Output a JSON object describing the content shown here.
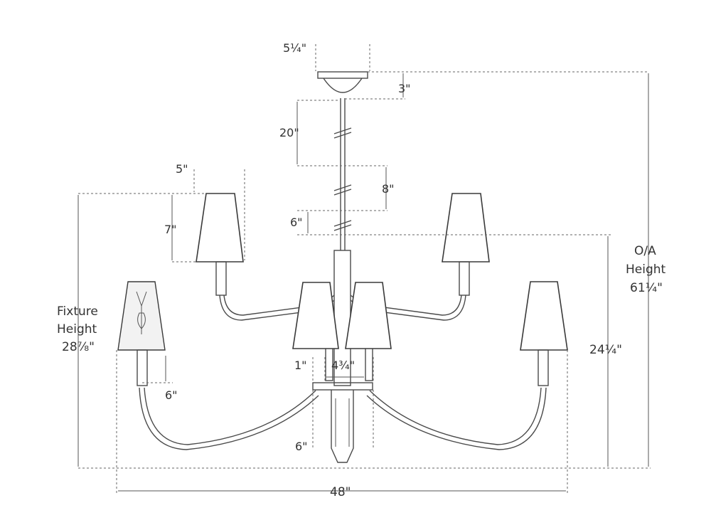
{
  "drawing": {
    "labels": {
      "canopy_width": "5¼\"",
      "canopy_height": "3\"",
      "stem_20": "20\"",
      "stem_8": "8\"",
      "stem_6": "6\"",
      "shade_width": "5\"",
      "shade_height": "7\"",
      "fixture_height_line1": "Fixture",
      "fixture_height_line2": "Height",
      "fixture_height_value": "28⅞\"",
      "oa_height_line1": "O/A",
      "oa_height_line2": "Height",
      "oa_height_value": "61¼\"",
      "tier_height": "24¼\"",
      "socket_1": "1\"",
      "center_width": "4¾\"",
      "arm_drop": "6\"",
      "bottom_finial": "6\"",
      "overall_width": "48\""
    }
  }
}
